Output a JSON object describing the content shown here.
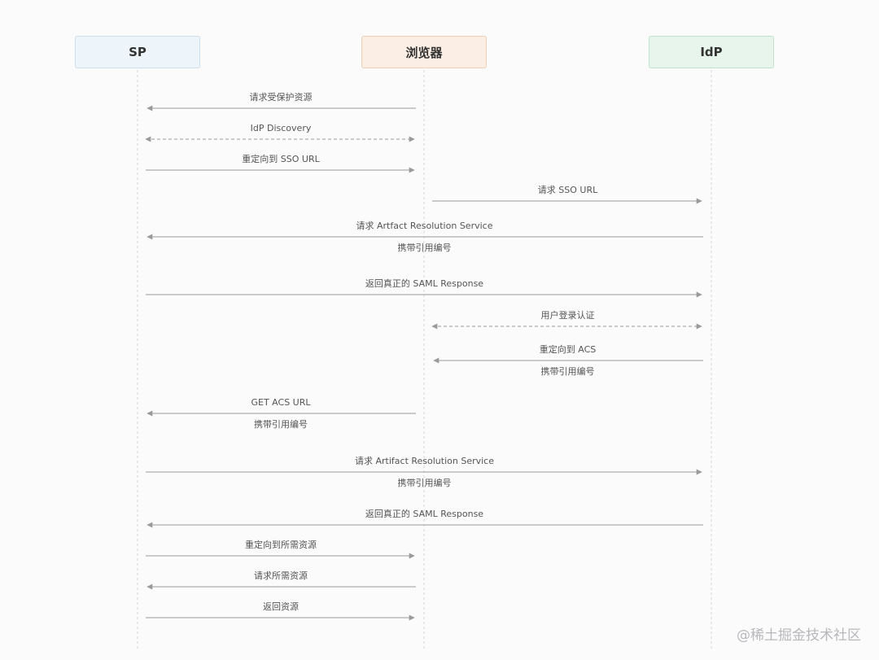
{
  "actors": {
    "sp": "SP",
    "browser": "浏览器",
    "idp": "IdP"
  },
  "messages": [
    {
      "from": "browser",
      "to": "sp",
      "label": "请求受保护资源",
      "style": "solid"
    },
    {
      "from": "sp",
      "to": "browser",
      "label": "IdP Discovery",
      "style": "dashed-both"
    },
    {
      "from": "sp",
      "to": "browser",
      "label": "重定向到 SSO URL",
      "style": "solid"
    },
    {
      "from": "browser",
      "to": "idp",
      "label": "请求 SSO URL",
      "style": "solid"
    },
    {
      "from": "idp",
      "to": "sp",
      "label": "请求 Artfact Resolution Service",
      "sublabel": "携带引用编号",
      "style": "solid"
    },
    {
      "from": "sp",
      "to": "idp",
      "label": "返回真正的 SAML Response",
      "style": "solid"
    },
    {
      "from": "browser",
      "to": "idp",
      "label": "用户登录认证",
      "style": "dashed-both"
    },
    {
      "from": "idp",
      "to": "browser",
      "label": "重定向到 ACS",
      "sublabel": "携带引用编号",
      "style": "solid"
    },
    {
      "from": "browser",
      "to": "sp",
      "label": "GET ACS URL",
      "sublabel": "携带引用编号",
      "style": "solid"
    },
    {
      "from": "sp",
      "to": "idp",
      "label": "请求 Artifact Resolution Service",
      "sublabel": "携带引用编号",
      "style": "solid"
    },
    {
      "from": "idp",
      "to": "sp",
      "label": "返回真正的 SAML Response",
      "style": "solid"
    },
    {
      "from": "sp",
      "to": "browser",
      "label": "重定向到所需资源",
      "style": "solid"
    },
    {
      "from": "browser",
      "to": "sp",
      "label": "请求所需资源",
      "style": "solid"
    },
    {
      "from": "sp",
      "to": "browser",
      "label": "返回资源",
      "style": "solid"
    }
  ],
  "watermark": "@稀土掘金技术社区",
  "colors": {
    "line": "#9a9a9a",
    "lifeline": "#d6d6da"
  }
}
